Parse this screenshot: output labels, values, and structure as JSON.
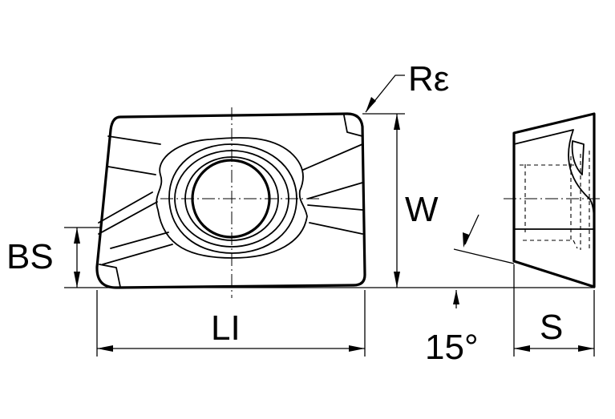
{
  "labels": {
    "corner_radius": "Rε",
    "width": "W",
    "bs": "BS",
    "length": "LI",
    "angle": "15°",
    "thickness": "S"
  }
}
